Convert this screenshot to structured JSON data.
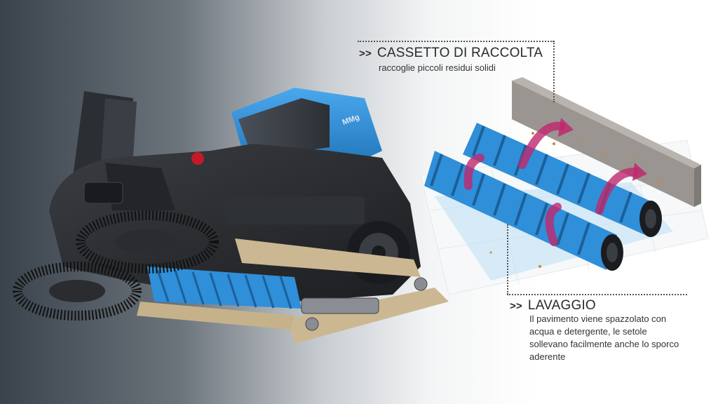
{
  "callouts": {
    "collection": {
      "marker": ">>",
      "title": "CASSETTO DI RACCOLTA",
      "description": "raccoglie piccoli residui solidi"
    },
    "washing": {
      "marker": ">>",
      "title": "LAVAGGIO",
      "description_lines": [
        "Il pavimento viene spazzolato con",
        "acqua e detergente, le setole",
        "sollevano facilmente anche lo sporco",
        "aderente"
      ]
    }
  },
  "machine": {
    "model_badge": "MMg"
  },
  "colors": {
    "brush_blue": "#2f8fd8",
    "machine_body": "#2a2c30",
    "rotation_arrow": "#c0286e",
    "squeegee_tan": "#cbb893"
  }
}
